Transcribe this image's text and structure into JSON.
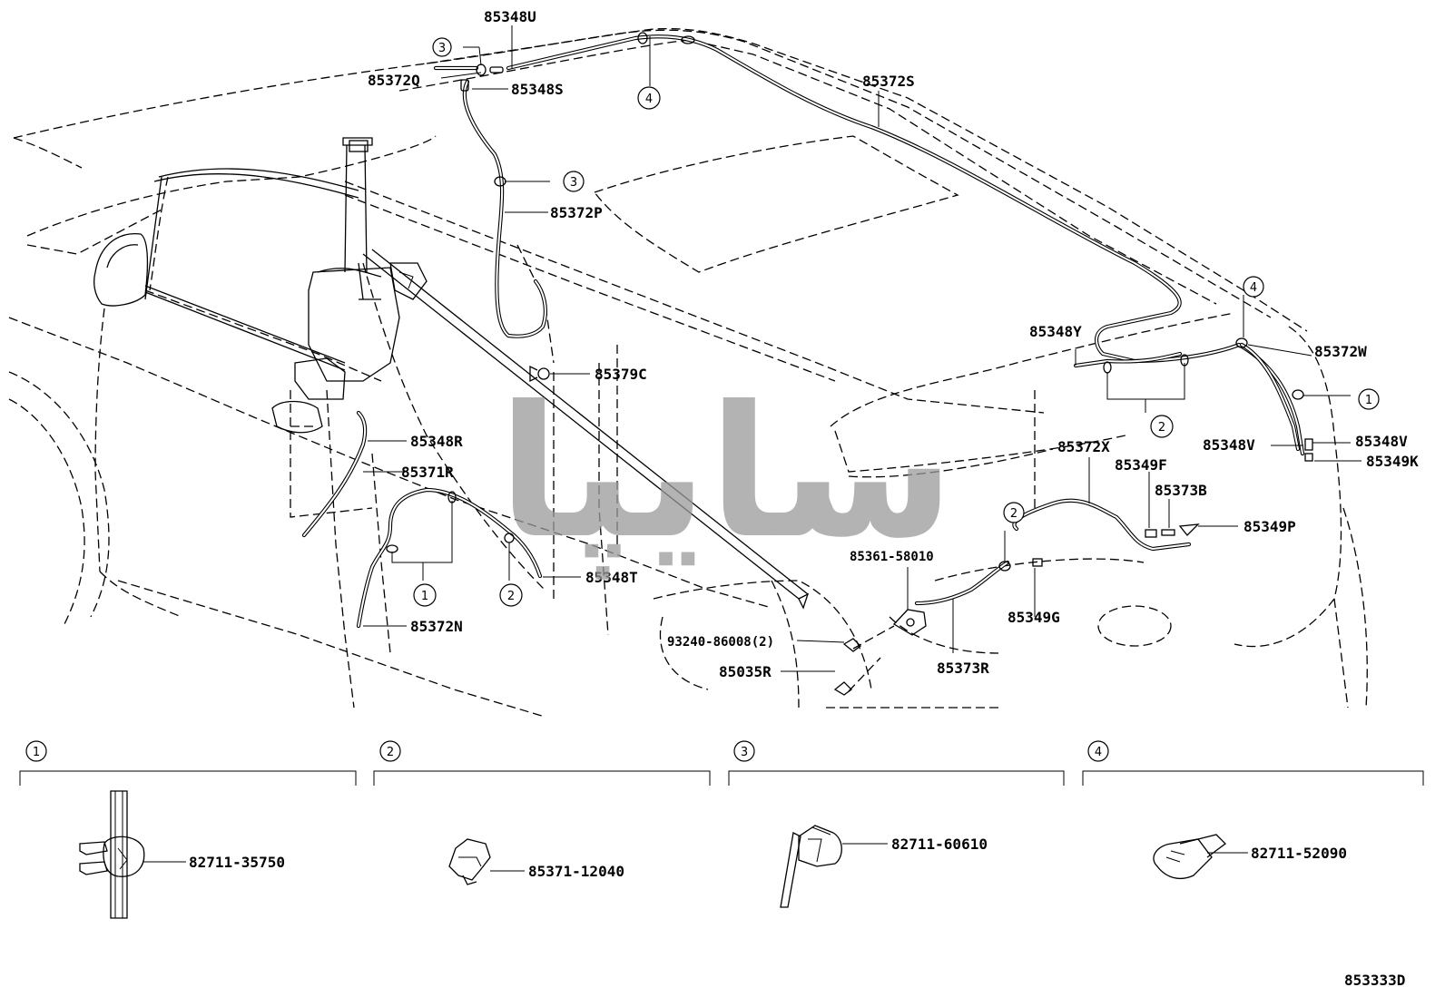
{
  "labels": {
    "p85348U": "85348U",
    "p85372Q": "85372Q",
    "p85348S": "85348S",
    "p85372S": "85372S",
    "p85372P": "85372P",
    "p85379C": "85379C",
    "p85348R": "85348R",
    "p85371R": "85371R",
    "p85348T": "85348T",
    "p85372N": "85372N",
    "p85348Y": "85348Y",
    "p85372W": "85372W",
    "p85372X": "85372X",
    "p85348V_right": "85348V",
    "p85348V_left": "85348V",
    "p85349K": "85349K",
    "p85349F": "85349F",
    "p85373B": "85373B",
    "p85349P": "85349P",
    "p85361": "85361-58010",
    "p85349G": "85349G",
    "p93240": "93240-86008(2)",
    "p85373R": "85373R",
    "p85035R": "85035R"
  },
  "callouts": {
    "c1": "1",
    "c2": "2",
    "c3": "3",
    "c4": "4"
  },
  "details": [
    {
      "ref": "1",
      "part": "82711-35750"
    },
    {
      "ref": "2",
      "part": "85371-12040"
    },
    {
      "ref": "3",
      "part": "82711-60610"
    },
    {
      "ref": "4",
      "part": "82711-52090"
    }
  ],
  "watermark": "ﺳﺎﯾﭙﺎ",
  "diagram_code": "853333D"
}
